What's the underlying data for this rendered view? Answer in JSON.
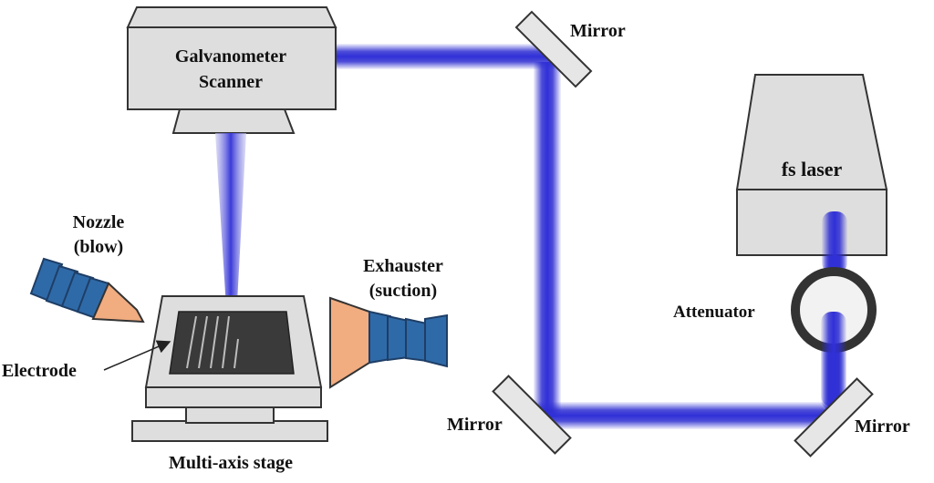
{
  "labels": {
    "galvanometer_line1": "Galvanometer",
    "galvanometer_line2": "Scanner",
    "mirror_top": "Mirror",
    "fs_laser": "fs laser",
    "attenuator": "Attenuator",
    "mirror_bottom_left": "Mirror",
    "mirror_bottom_right": "Mirror",
    "nozzle_line1": "Nozzle",
    "nozzle_line2": "(blow)",
    "exhauster_line1": "Exhauster",
    "exhauster_line2": "(suction)",
    "electrode": "Electrode",
    "stage": "Multi-axis stage"
  },
  "colors": {
    "beam": "#2d2dd2",
    "device_fill": "#dedede",
    "device_stroke": "#333333",
    "nozzle_blue": "#2f6aa8",
    "cone_orange": "#f1ac80",
    "electrode_dark": "#333333",
    "mirror_fill": "#e6e6e6"
  }
}
